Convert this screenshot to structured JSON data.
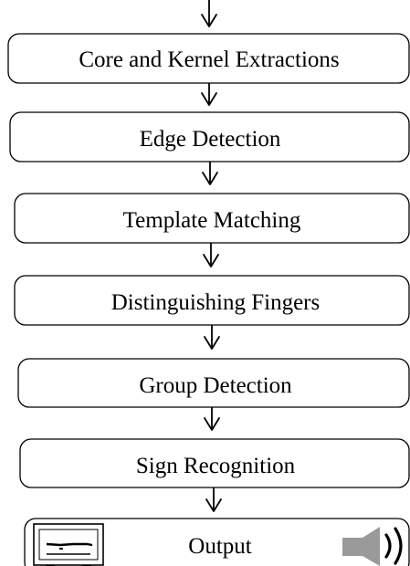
{
  "steps": [
    "Core and Kernel Extractions",
    "Edge Detection",
    "Template Matching",
    "Distinguishing Fingers",
    "Group Detection",
    "Sign Recognition"
  ],
  "output": {
    "label": "Output",
    "left_icon": "monitor-icon",
    "right_icon": "speaker-icon"
  },
  "colors": {
    "stroke": "#000000",
    "speaker": "#9a9a9a",
    "background": "#ffffff"
  }
}
